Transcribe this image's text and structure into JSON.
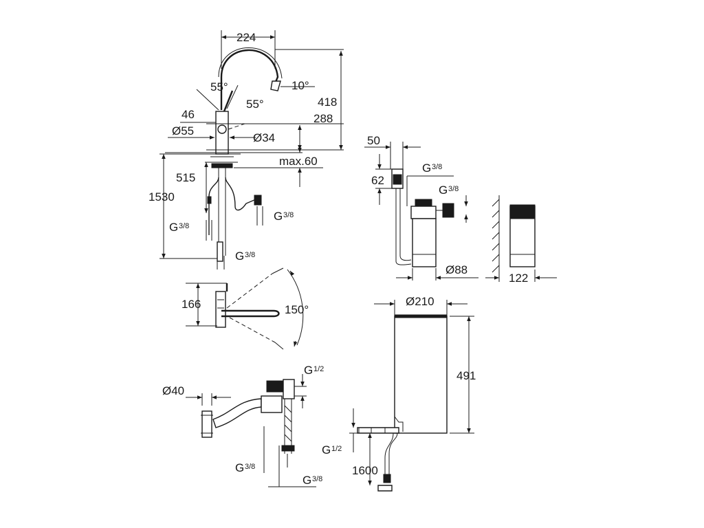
{
  "faucet": {
    "width": "224",
    "angle_top": "55°",
    "angle_side": "55°",
    "angle_spout": "10°",
    "height_total": "418",
    "height_spout": "288",
    "offset": "46",
    "base_diameter": "Ø55",
    "hole_diameter": "Ø34",
    "max_thickness": "max.60",
    "hose_drop": "515",
    "hose_length": "1530",
    "thread_a": "G",
    "thread_a_frac": "3/8",
    "thread_b": "G",
    "thread_b_frac": "3/8",
    "thread_c": "G",
    "thread_c_frac": "3/8"
  },
  "filter": {
    "width": "50",
    "head_height": "62",
    "thread_top": "G",
    "thread_top_frac": "3/8",
    "thread_side": "G",
    "thread_side_frac": "3/8",
    "diameter": "Ø88",
    "wall_depth": "122"
  },
  "top_view": {
    "depth": "166",
    "swivel": "150°"
  },
  "valve": {
    "pipe_diameter": "Ø40",
    "thread_top": "G",
    "thread_top_frac": "1/2",
    "thread_left": "G",
    "thread_left_frac": "3/8",
    "thread_bottom": "G",
    "thread_bottom_frac": "3/8"
  },
  "boiler": {
    "diameter": "Ø210",
    "height": "491",
    "thread": "G",
    "thread_frac": "1/2",
    "hose_length": "1600"
  }
}
